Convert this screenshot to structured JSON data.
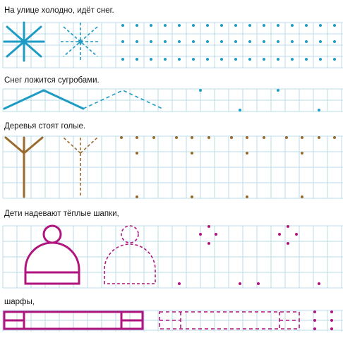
{
  "captions": {
    "snow": "На улице холодно, идёт снег.",
    "drifts": "Снег ложится сугробами.",
    "trees": "Деревья стоят голые.",
    "hats": "Дети надевают тёплые шапки,",
    "scarves": "шарфы,"
  },
  "colors": {
    "grid": "#b9dde8",
    "snow": "#1e9cc4",
    "tree": "#9a6a2e",
    "hat": "#b0157f",
    "text": "#1a1a1a"
  }
}
